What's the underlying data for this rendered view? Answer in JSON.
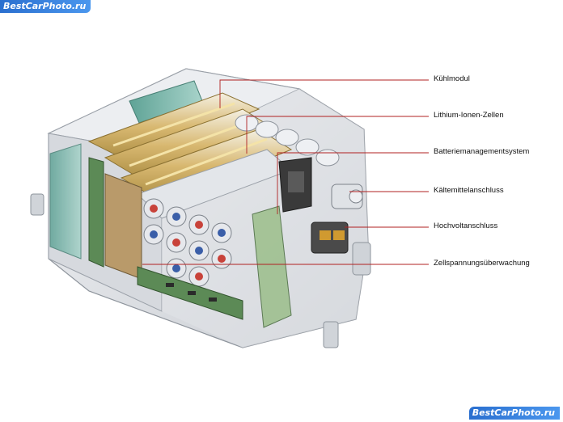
{
  "watermark_top": "BestCarPhoto.ru",
  "watermark_bottom": "BestCarPhoto.ru",
  "labels": [
    {
      "key": "kuehlmodul",
      "text": "Kühlmodul"
    },
    {
      "key": "zellen",
      "text": "Lithium-Ionen-Zellen"
    },
    {
      "key": "bms",
      "text": "Batteriemanagementsystem"
    },
    {
      "key": "kaelte",
      "text": "Kältemittelanschluss"
    },
    {
      "key": "hv",
      "text": "Hochvoltanschluss"
    },
    {
      "key": "zsu",
      "text": "Zellspannungsüberwachung"
    }
  ],
  "colors": {
    "housing": "#e4e6e9",
    "housing_shade": "#c6cad0",
    "cell_gold": "#d8b870",
    "cell_silver": "#e8ebef",
    "cooling_teal": "#7fb9ad",
    "pcb_green": "#5c8a56",
    "cap_red": "#c8423a",
    "cap_blue": "#3a5ea8",
    "leader_red": "#b02020"
  }
}
